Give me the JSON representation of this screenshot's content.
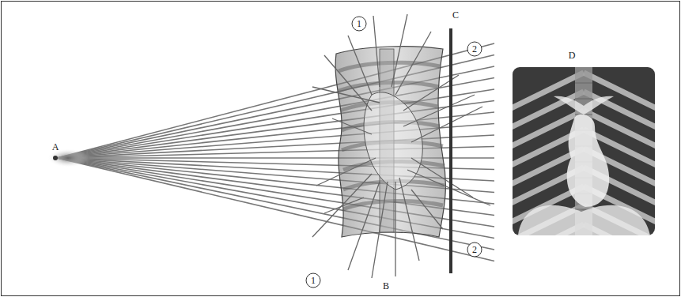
{
  "diagram": {
    "labels": [
      "A",
      "B",
      "C",
      "D",
      "1",
      "1",
      "2",
      "2"
    ]
  }
}
